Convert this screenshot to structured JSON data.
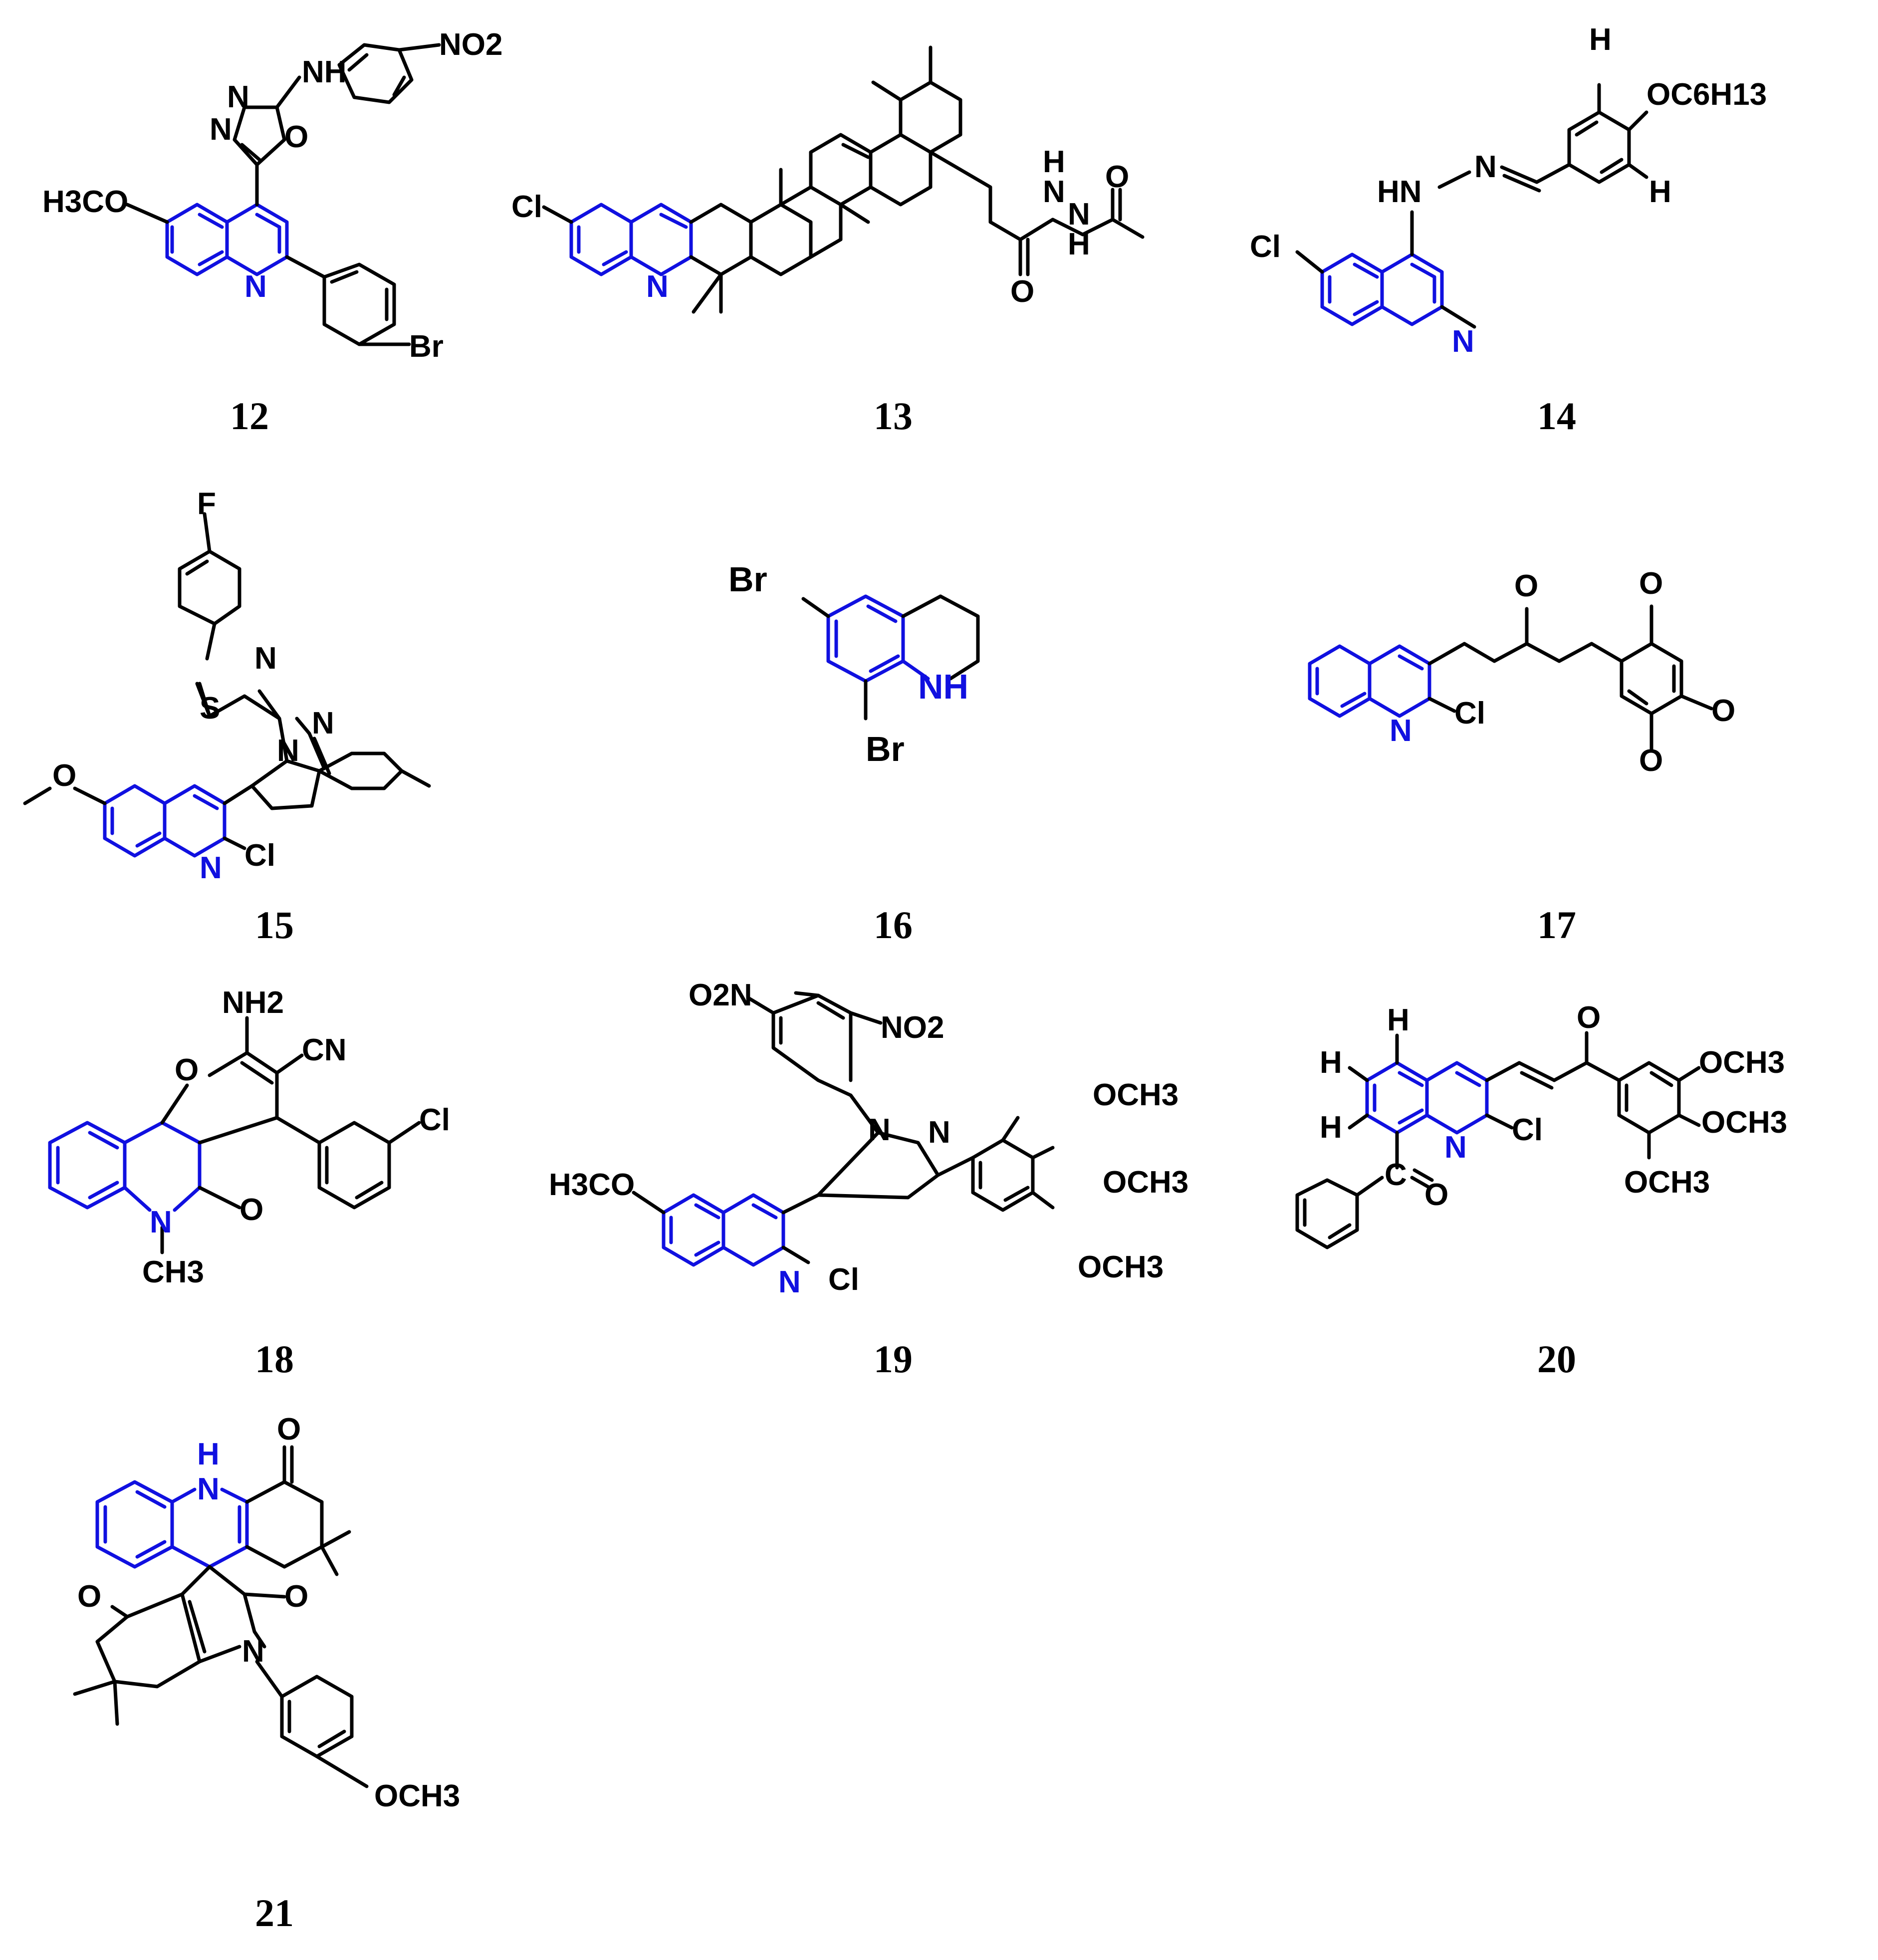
{
  "colors": {
    "scaffold": "#1010e0",
    "ink": "#000000",
    "background": "#ffffff"
  },
  "compounds": [
    {
      "label": "12",
      "atoms": [
        "NH",
        "NO2",
        "N",
        "N",
        "O",
        "H3CO",
        "N",
        "Br"
      ]
    },
    {
      "label": "13",
      "atoms": [
        "Cl",
        "N",
        "H",
        "N",
        "N",
        "H",
        "O",
        "O"
      ]
    },
    {
      "label": "14",
      "atoms": [
        "H",
        "OC6H13",
        "HN",
        "N",
        "H",
        "Cl",
        "N"
      ]
    },
    {
      "label": "15",
      "atoms": [
        "F",
        "N",
        "S",
        "N",
        "N",
        "O",
        "N",
        "Cl"
      ]
    },
    {
      "label": "16",
      "atoms": [
        "Br",
        "NH",
        "Br"
      ]
    },
    {
      "label": "17",
      "atoms": [
        "O",
        "O",
        "N",
        "Cl",
        "O",
        "O"
      ]
    },
    {
      "label": "18",
      "atoms": [
        "NH2",
        "CN",
        "O",
        "Cl",
        "N",
        "O",
        "CH3"
      ]
    },
    {
      "label": "19",
      "atoms": [
        "O2N",
        "NO2",
        "OCH3",
        "N",
        "N",
        "H3CO",
        "OCH3",
        "OCH3",
        "N",
        "Cl"
      ]
    },
    {
      "label": "20",
      "atoms": [
        "H",
        "H",
        "H",
        "O",
        "OCH3",
        "OCH3",
        "OCH3",
        "N",
        "Cl",
        "C",
        "O"
      ]
    },
    {
      "label": "21",
      "atoms": [
        "H",
        "N",
        "O",
        "O",
        "O",
        "N",
        "OCH3"
      ]
    }
  ]
}
